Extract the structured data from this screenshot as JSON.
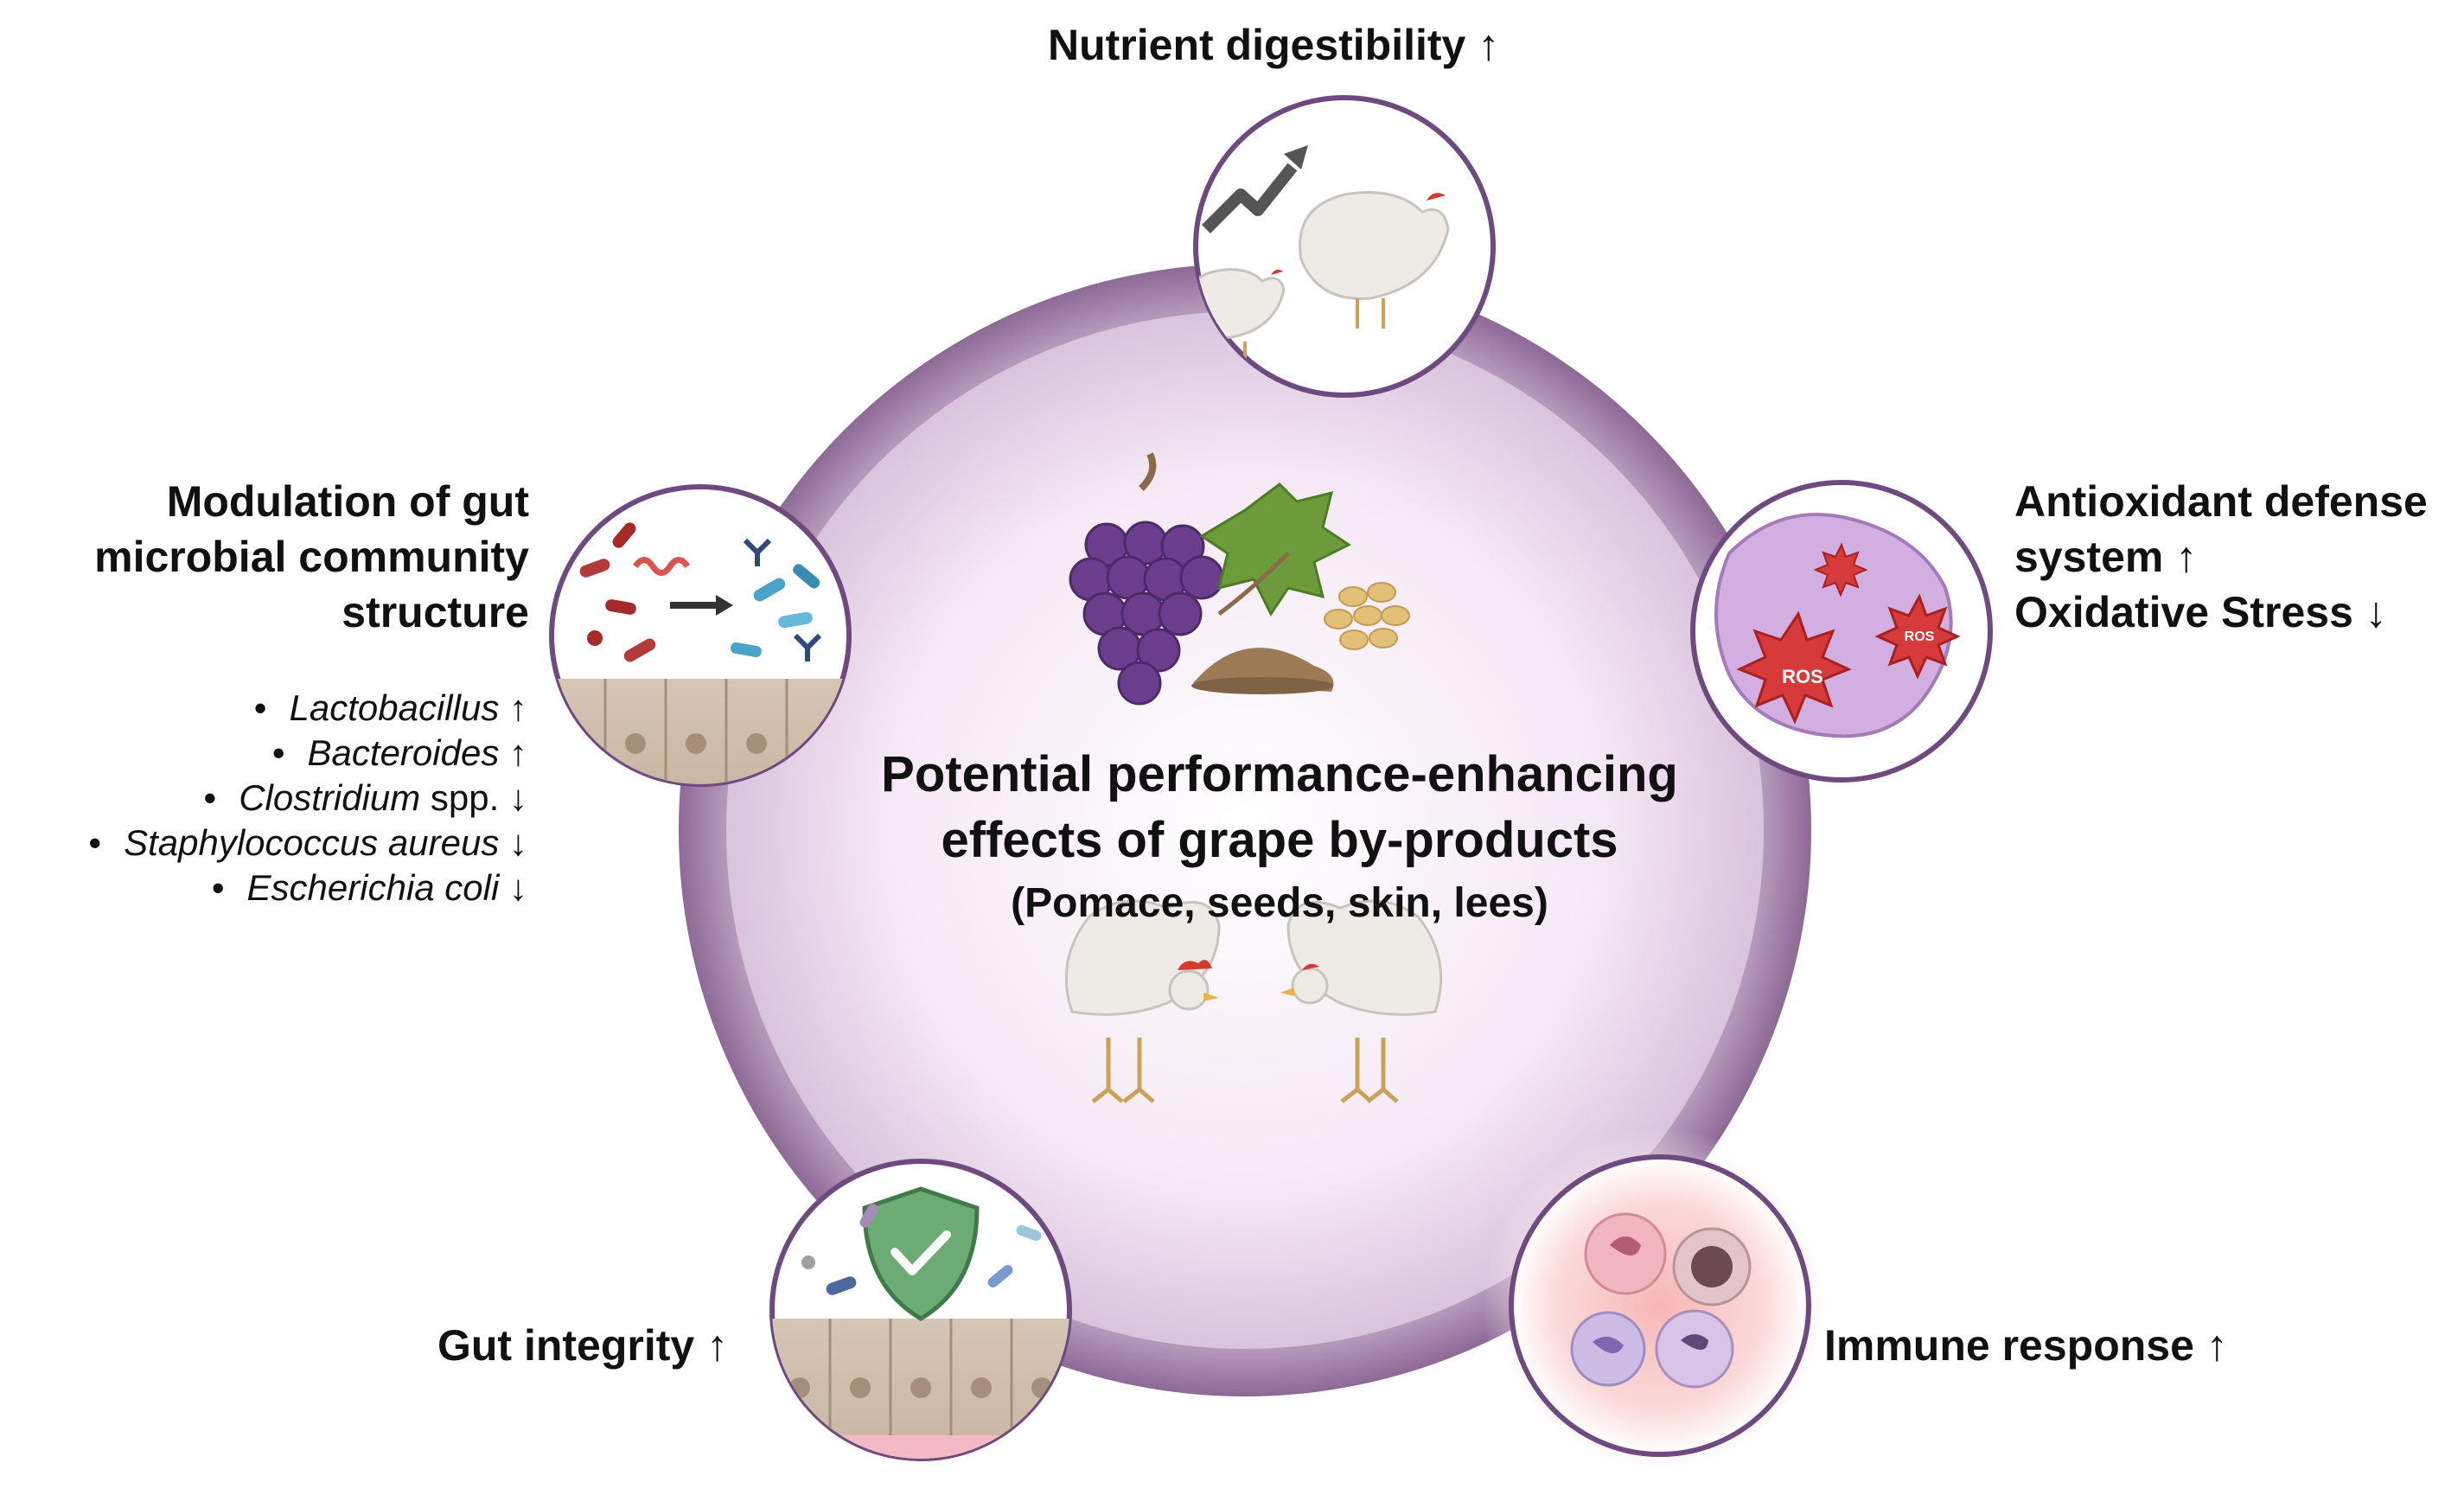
{
  "diagram": {
    "center": {
      "title_line1": "Potential performance-enhancing",
      "title_line2": "effects of grape by-products",
      "subtitle": "(Pomace, seeds, skin, lees)"
    },
    "effects": {
      "nutrient_digestibility": "Nutrient digestibility ↑",
      "antioxidant_line1": "Antioxidant defense",
      "antioxidant_line2": "system ↑",
      "antioxidant_line3": "Oxidative Stress ↓",
      "immune_response": "Immune response ↑",
      "gut_integrity": "Gut integrity ↑",
      "microbial_line1": "Modulation of gut",
      "microbial_line2": "microbial community",
      "microbial_line3": "structure"
    },
    "microbes": [
      {
        "name": "Lactobacillus",
        "suffix": "",
        "arrow": "↑"
      },
      {
        "name": "Bacteroides",
        "suffix": "",
        "arrow": "↑"
      },
      {
        "name": "Clostridium",
        "suffix": " spp.",
        "arrow": "↓"
      },
      {
        "name": "Staphylococcus aureus",
        "suffix": "",
        "arrow": "↓"
      },
      {
        "name": "Escherichia coli",
        "suffix": "",
        "arrow": "↓"
      }
    ],
    "ros_label": "ROS",
    "colors": {
      "ring": "#8f6a97",
      "ring_light": "#c8b3cc",
      "disc_inner": "#ffffff",
      "disc_outer": "#d9c3dd",
      "node_border": "#6e4a80",
      "grape": "#6a3e8c",
      "leaf": "#6d9a3a",
      "soil": "#9b7a55",
      "seed": "#e3c078",
      "ros_red": "#d63a3a",
      "shield": "#6cab74"
    }
  }
}
